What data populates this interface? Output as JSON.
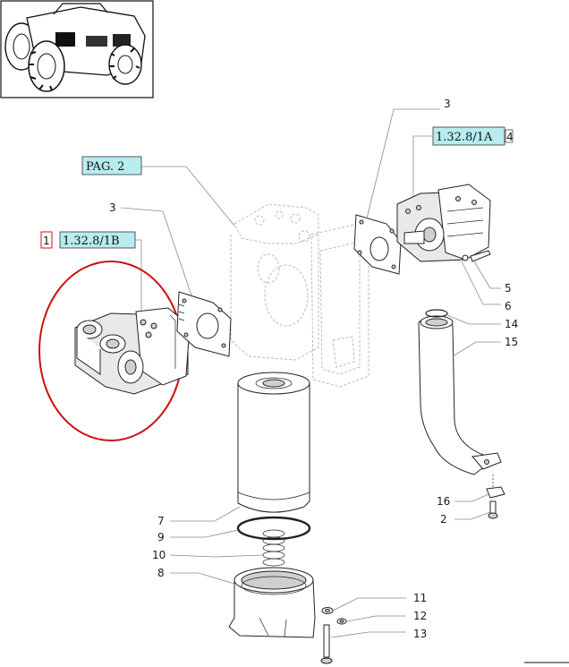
{
  "callouts": {
    "c3_top": "3",
    "c3_left": "3",
    "c5": "5",
    "c6": "6",
    "c14": "14",
    "c15": "15",
    "c16": "16",
    "c2": "2",
    "c7": "7",
    "c9": "9",
    "c10": "10",
    "c8": "8",
    "c11": "11",
    "c12": "12",
    "c13": "13",
    "c1": "1"
  },
  "references": {
    "pag2": "PAG. 2",
    "ref_1a": "1.32.8/1A",
    "ref_1a_suffix": "4",
    "ref_1b": "1.32.8/1B"
  },
  "colors": {
    "reference_box_fill": "#b8ecef",
    "highlight_ellipse": "#cc1111",
    "line": "#222222"
  },
  "icons": {
    "thumbnail": "tractor-thumbnail"
  }
}
